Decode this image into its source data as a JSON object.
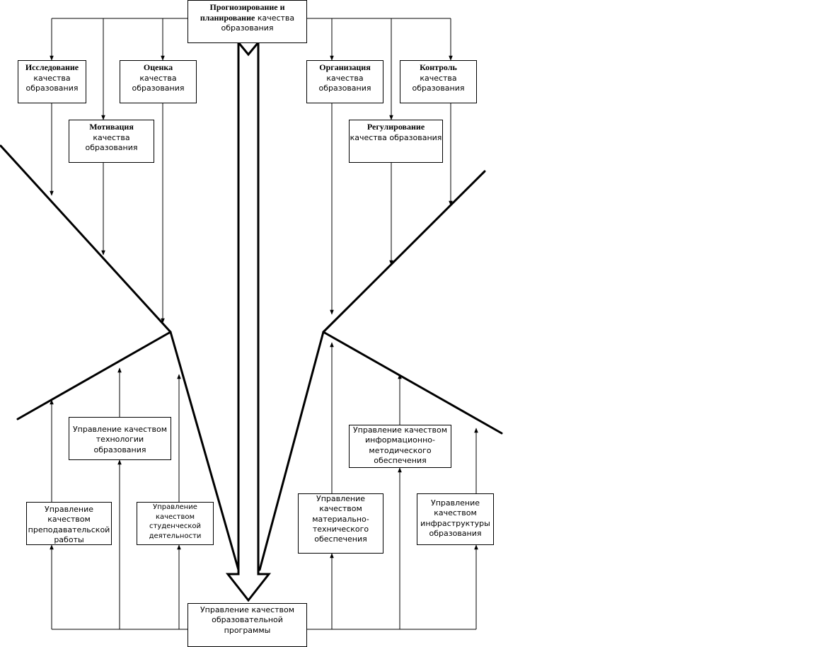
{
  "top": {
    "bold_line1": "Прогнозирование и",
    "bold_line2": "планирование",
    "regular_tail": " качества",
    "line3": "образования"
  },
  "functions": {
    "research": {
      "title": "Исследование",
      "line1": "качества",
      "line2": "образования"
    },
    "evaluation": {
      "title": "Оценка",
      "line1": "качества",
      "line2": "образования"
    },
    "motivation": {
      "title": "Мотивация",
      "line1": "качества",
      "line2": "образования"
    },
    "organization": {
      "title": "Организация",
      "line1": "качества",
      "line2": "образования"
    },
    "control": {
      "title": "Контроль",
      "line1": "качества",
      "line2": "образования"
    },
    "regulation": {
      "title": "Регулирование",
      "line1": "качества образования"
    }
  },
  "management": {
    "technology": {
      "line1": "Управление качеством",
      "line2": "технологии образования"
    },
    "teaching": {
      "line1": "Управление качеством",
      "line2": "преподавательской",
      "line3": "работы"
    },
    "student": {
      "line1": "Управление",
      "line2": "качеством",
      "line3": "студенческой",
      "line4": "деятельности"
    },
    "info_method": {
      "line1": "Управление качеством",
      "line2": "информационно-",
      "line3": "методического обеспечения"
    },
    "material": {
      "line1": "Управление качеством",
      "line2": "материально-",
      "line3": "технического",
      "line4": "обеспечения"
    },
    "infrastructure": {
      "line1": "Управление",
      "line2": "качеством",
      "line3": "инфраструктуры",
      "line4": "образования"
    },
    "program": {
      "line1": "Управление качеством",
      "line2": "образовательной программы"
    }
  }
}
